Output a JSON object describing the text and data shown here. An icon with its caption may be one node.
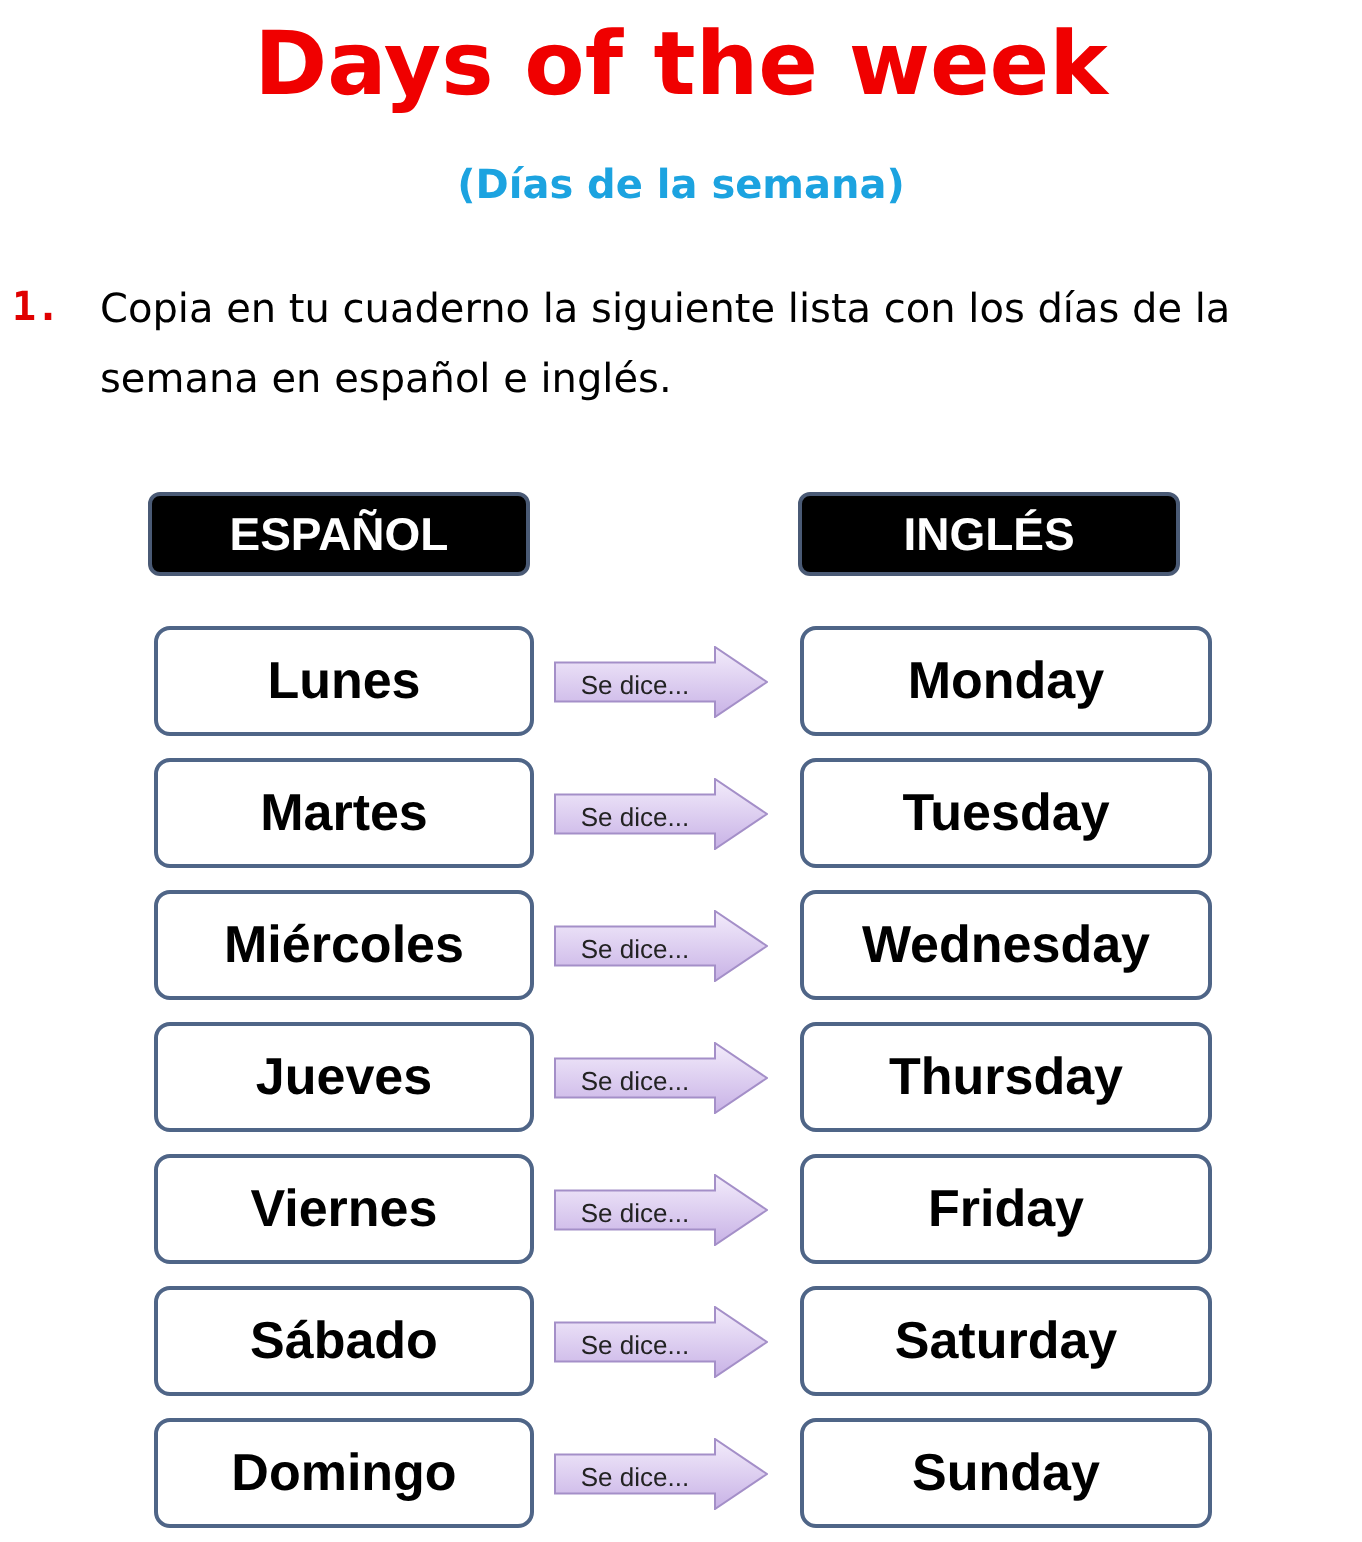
{
  "diagram": {
    "title": "Days of the week",
    "nodes": [
      {
        "text": [
          "ESPAÑOL"
        ]
      },
      {
        "text": [
          "INGLÉS"
        ]
      },
      {
        "text": [
          "Lunes"
        ]
      },
      {
        "text": [
          "Monday"
        ]
      },
      {
        "text": [
          "Martes"
        ]
      },
      {
        "text": [
          "Tuesday"
        ]
      },
      {
        "text": [
          "Miércoles"
        ]
      },
      {
        "text": [
          "Wednesday"
        ]
      },
      {
        "text": [
          "Jueves"
        ]
      },
      {
        "text": [
          "Thursday"
        ]
      },
      {
        "text": [
          "Viernes"
        ]
      },
      {
        "text": [
          "Friday"
        ]
      },
      {
        "text": [
          "Sábado"
        ]
      },
      {
        "text": [
          "Saturday"
        ]
      },
      {
        "text": [
          "Domingo"
        ]
      },
      {
        "text": [
          "Sunday"
        ]
      }
    ],
    "edges": [
      {
        "from": 2,
        "to": 3,
        "arrow": "to",
        "label": "Se dice..."
      },
      {
        "from": 4,
        "to": 5,
        "arrow": "to",
        "label": "Se dice..."
      },
      {
        "from": 6,
        "to": 7,
        "arrow": "to",
        "label": "Se dice..."
      },
      {
        "from": 8,
        "to": 9,
        "arrow": "to",
        "label": "Se dice..."
      },
      {
        "from": 10,
        "to": 11,
        "arrow": "to",
        "label": "Se dice..."
      },
      {
        "from": 12,
        "to": 13,
        "arrow": "to",
        "label": "Se dice..."
      },
      {
        "from": 14,
        "to": 15,
        "arrow": "to",
        "label": "Se dice..."
      }
    ],
    "labels": [
      "(Días de la semana)",
      "1.",
      "Copia en tu cuaderno la siguiente lista con los días de la semana en español e inglés."
    ]
  }
}
